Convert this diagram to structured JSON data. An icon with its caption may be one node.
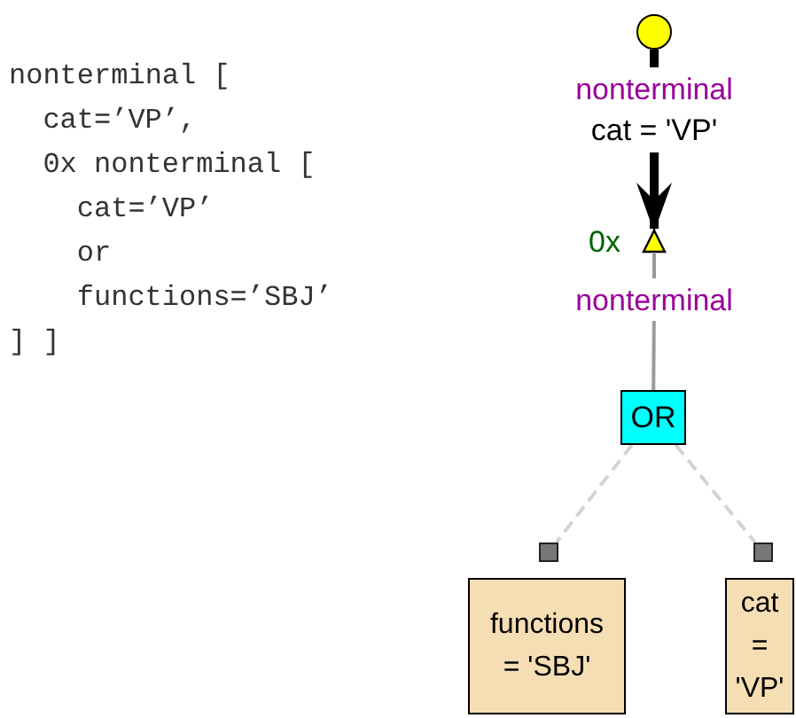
{
  "diagram": {
    "nodes": [
      {
        "text": [],
        "shape": "circle"
      },
      {
        "text": [
          "nonterminal",
          "cat = 'VP'"
        ]
      },
      {
        "text": [],
        "shape": "triangle"
      },
      {
        "text": [
          "nonterminal"
        ]
      },
      {
        "text": [
          "OR"
        ]
      },
      {
        "text": [],
        "shape": "box"
      },
      {
        "text": [],
        "shape": "box"
      },
      {
        "text": [
          "functions = 'SBJ'"
        ]
      },
      {
        "text": [
          "cat = 'VP'"
        ]
      }
    ],
    "edges": [
      {
        "from": 0,
        "to": 1,
        "arrow": "none",
        "style": "thick"
      },
      {
        "from": 1,
        "to": 2,
        "arrow": "to",
        "style": "thick"
      },
      {
        "from": 2,
        "to": 3,
        "arrow": "none",
        "color": "#a09898"
      },
      {
        "from": 3,
        "to": 4,
        "arrow": "none",
        "color": "#a09898"
      },
      {
        "from": 4,
        "to": 5,
        "arrow": "none",
        "style": "dashed",
        "color": "#d4d4d4"
      },
      {
        "from": 4,
        "to": 6,
        "arrow": "none",
        "style": "dashed",
        "color": "#d4d4d4"
      }
    ],
    "labels": [
      "nonterminal [",
      "cat=’VP’,",
      "0x nonterminal [",
      "cat=’VP’",
      "or",
      "functions=’SBJ’",
      "] ]",
      "0x"
    ]
  }
}
